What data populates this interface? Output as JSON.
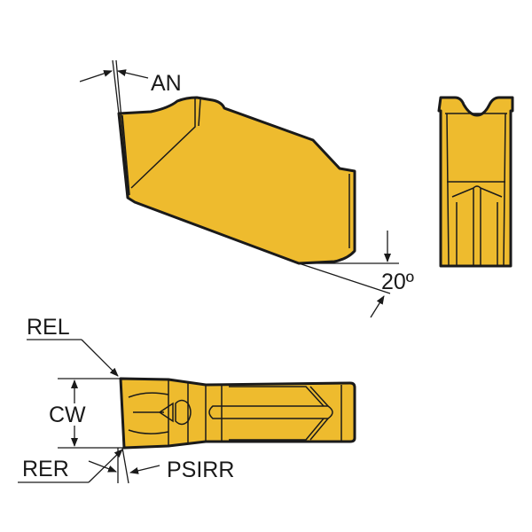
{
  "colors": {
    "insert_fill": "#EEBB2E",
    "insert_dark": "#D9A521",
    "line": "#1a1a1a"
  },
  "labels": {
    "an": "AN",
    "angle": "20º",
    "rel": "REL",
    "cw": "CW",
    "rer": "RER",
    "psirr": "PSIRR"
  }
}
